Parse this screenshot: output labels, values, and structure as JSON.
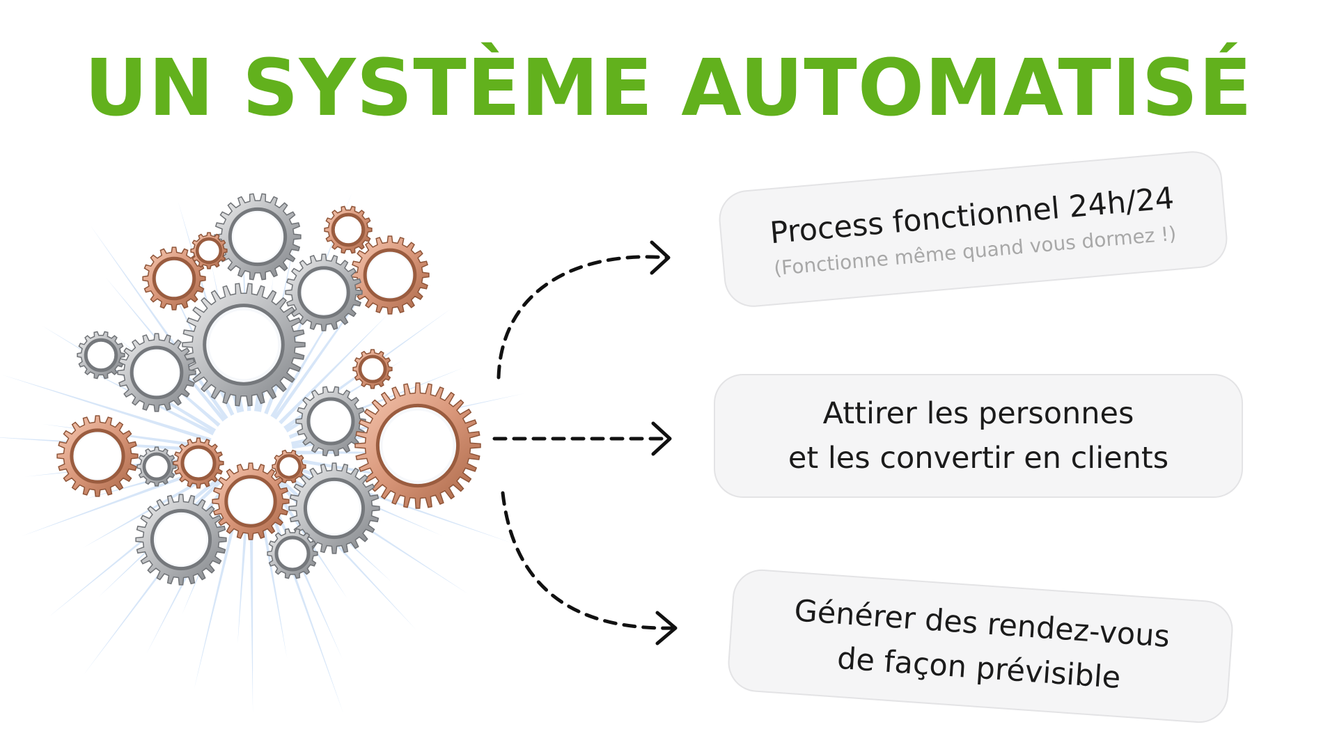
{
  "title": "UN SYSTÈME AUTOMATISÉ",
  "colors": {
    "title": "#62b11d",
    "card_bg": "#f5f5f6",
    "card_border": "#e3e3e5",
    "arrow": "#111111",
    "silver": "#b7b9bc",
    "copper": "#d9977a",
    "burst": "#b8d3f3"
  },
  "illustration": "gears-icon",
  "cards": [
    {
      "main": "Process fonctionnel 24h/24",
      "sub": "(Fonctionne même quand vous dormez !)"
    },
    {
      "line1": "Attirer les personnes",
      "line2": "et les convertir en clients"
    },
    {
      "line1": "Générer des rendez-vous",
      "line2": "de façon prévisible"
    }
  ]
}
